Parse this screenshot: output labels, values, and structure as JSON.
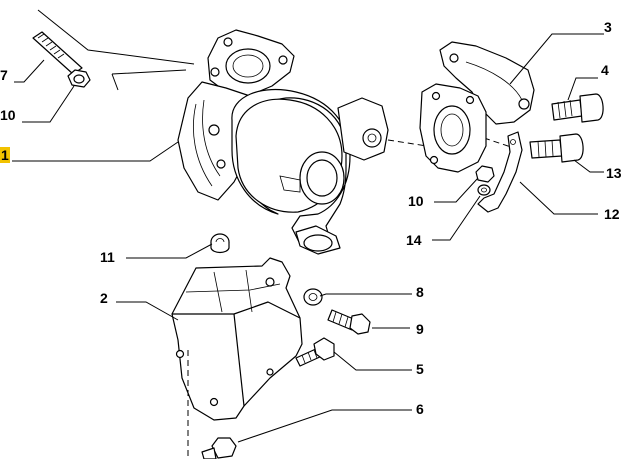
{
  "labels": {
    "p1": "1",
    "p2": "2",
    "p3": "3",
    "p4": "4",
    "p5": "5",
    "p6": "6",
    "p7": "7",
    "p8": "8",
    "p9": "9",
    "p10a": "10",
    "p10b": "10",
    "p11": "11",
    "p12": "12",
    "p13": "13",
    "p14": "14"
  },
  "highlight_color": "#f2c200",
  "line_color": "#000000",
  "background": "#ffffff"
}
